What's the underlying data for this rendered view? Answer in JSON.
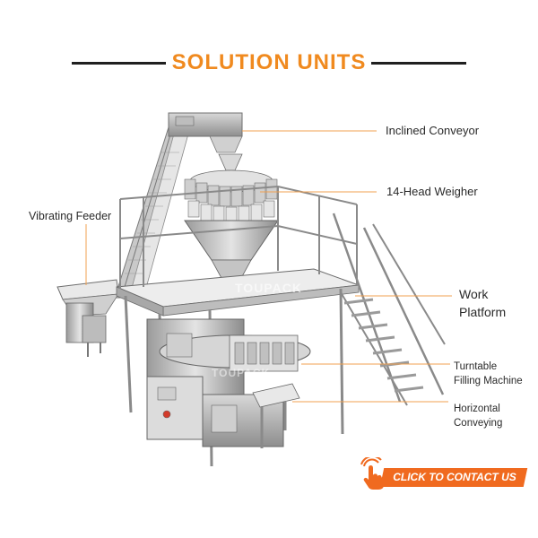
{
  "header": {
    "title": "SOLUTION UNITS"
  },
  "labels": {
    "inclined_conveyor": "Inclined Conveyor",
    "weigher": "14-Head Weigher",
    "vibrating_feeder": "Vibrating Feeder",
    "work_platform_line1": "Work",
    "work_platform_line2": "Platform",
    "turntable_line1": "Turntable",
    "turntable_line2": "Filling Machine",
    "horizontal_line1": "Horizontal",
    "horizontal_line2": "Conveying"
  },
  "watermark": "TOUPACK",
  "cta": {
    "label": "CLICK TO CONTACT US",
    "icon": "pointing-hand-icon"
  },
  "colors": {
    "accent": "#f08a1f",
    "cta": "#f06a1f",
    "leader": "#f0a050",
    "text": "#2a2a2a"
  }
}
